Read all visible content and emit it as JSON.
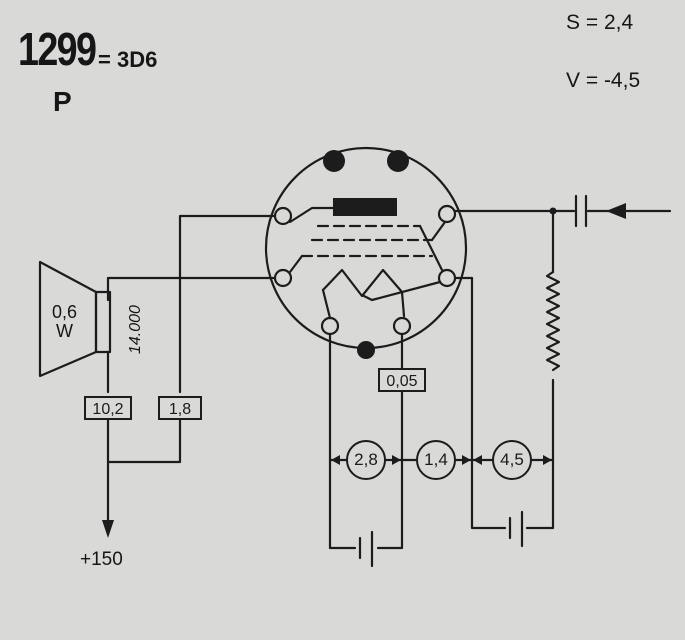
{
  "header": {
    "tube_code": "1299",
    "equivalent": "= 3D6",
    "class": "P"
  },
  "parameters": {
    "s": "S = 2,4",
    "v": "V = -4,5"
  },
  "speaker": {
    "power": "0,6",
    "unit": "W",
    "impedance": "14.000"
  },
  "resistors": {
    "r1": "10,2",
    "r2": "1,8",
    "r3": "0,05"
  },
  "voltages": {
    "v1": "2,8",
    "v2": "1,4",
    "v3": "4,5"
  },
  "supply": "+150"
}
